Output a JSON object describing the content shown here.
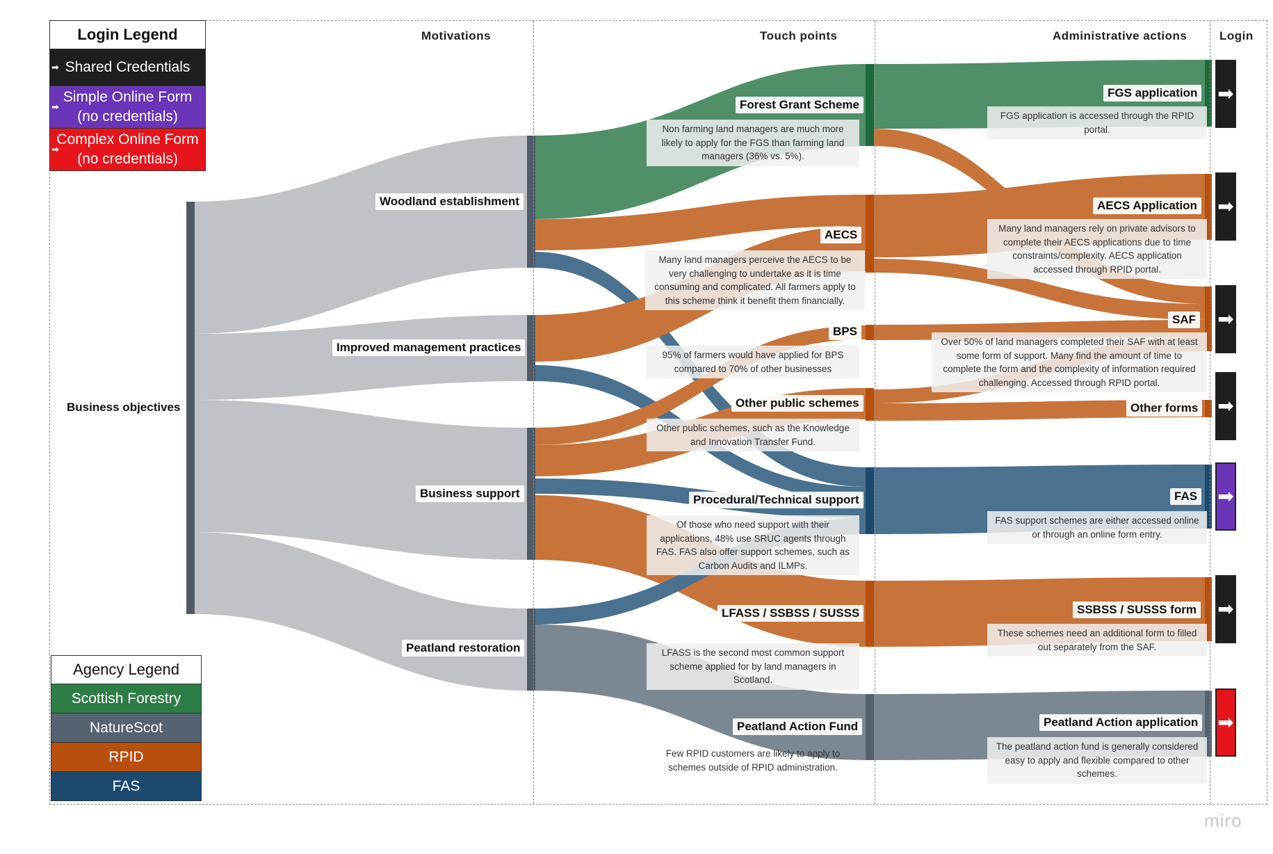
{
  "headers": {
    "motivations": "Motivations",
    "touch_points": "Touch points",
    "admin_actions": "Administrative actions",
    "login": "Login"
  },
  "root_node": "Business objectives",
  "motivations": [
    "Woodland establishment",
    "Improved management practices",
    "Business support",
    "Peatland restoration"
  ],
  "touch_points": [
    "Forest Grant Scheme",
    "AECS",
    "BPS",
    "Other public schemes",
    "Procedural/Technical support",
    "LFASS / SSBSS / SUSSS",
    "Peatland Action Fund"
  ],
  "admin_actions": [
    "FGS application",
    "AECS Application",
    "SAF",
    "Other forms",
    "FAS",
    "SSBSS / SUSSS form",
    "Peatland Action application"
  ],
  "notes": {
    "fgs": "Non farming land managers are much more likely to apply for the FGS than farming land managers (36% vs. 5%).",
    "aecs": "Many land managers perceive the AECS to be very challenging to undertake as it is time consuming and complicated. All farmers apply to this scheme think it benefit them financially.",
    "bps": "95% of farmers would have applied for BPS compared to 70% of other businesses",
    "other_public": "Other public schemes, such as the Knowledge and Innovation Transfer Fund.",
    "procedural": "Of those who need support with their applications, 48% use SRUC agents through FAS. FAS also offer support schemes, such as Carbon Audits and ILMPs.",
    "lfass": "LFASS is the second most common support scheme applied for by land managers in Scotland.",
    "peatland_fund": "Few RPID customers are likely to apply to schemes outside of RPID administration.",
    "fgs_app": "FGS application is accessed through the RPID portal.",
    "aecs_app": "Many land managers rely on private advisors to complete their AECS applications due to time constraints/complexity. AECS application accessed through RPID portal.",
    "saf": "Over 50% of land managers completed their SAF with at least some form of support. Many find the amount of time to complete the form and the complexity of information required challenging. Accessed through RPID portal.",
    "fas": "FAS support schemes are either accessed online or through an online form entry.",
    "ssbss_form": "These schemes need an additional form to filled out separately from the SAF.",
    "peatland_app": "The peatland action fund is generally considered easy to apply and flexible compared to other schemes."
  },
  "login_legend": {
    "title": "Login Legend",
    "items": [
      {
        "label": "Shared Credentials",
        "color": "#1e1e1e"
      },
      {
        "label": "Simple Online Form (no credentials)",
        "line1": "Simple Online Form",
        "line2": "(no credentials)",
        "color": "#6a35b8"
      },
      {
        "label": "Complex Online Form (no credentials)",
        "line1": "Complex Online Form",
        "line2": "(no credentials)",
        "color": "#e8141b"
      }
    ]
  },
  "agency_legend": {
    "title": "Agency Legend",
    "items": [
      {
        "label": "Scottish Forestry",
        "color": "#2e7d47"
      },
      {
        "label": "NatureScot",
        "color": "#55626f"
      },
      {
        "label": "RPID",
        "color": "#b84f0c"
      },
      {
        "label": "FAS",
        "color": "#1c4a6e"
      }
    ]
  },
  "colors": {
    "grey_flow": "#bfc3c8",
    "green_flow": "#4f9068",
    "orange_flow": "#c8733a",
    "blue_flow": "#4a7190",
    "slate_flow": "#7b8891",
    "node_dark": "#4f5b66",
    "login_black": "#1e1e1e",
    "login_purple": "#6a35b8",
    "login_red": "#e8141b"
  },
  "watermark": "miro"
}
